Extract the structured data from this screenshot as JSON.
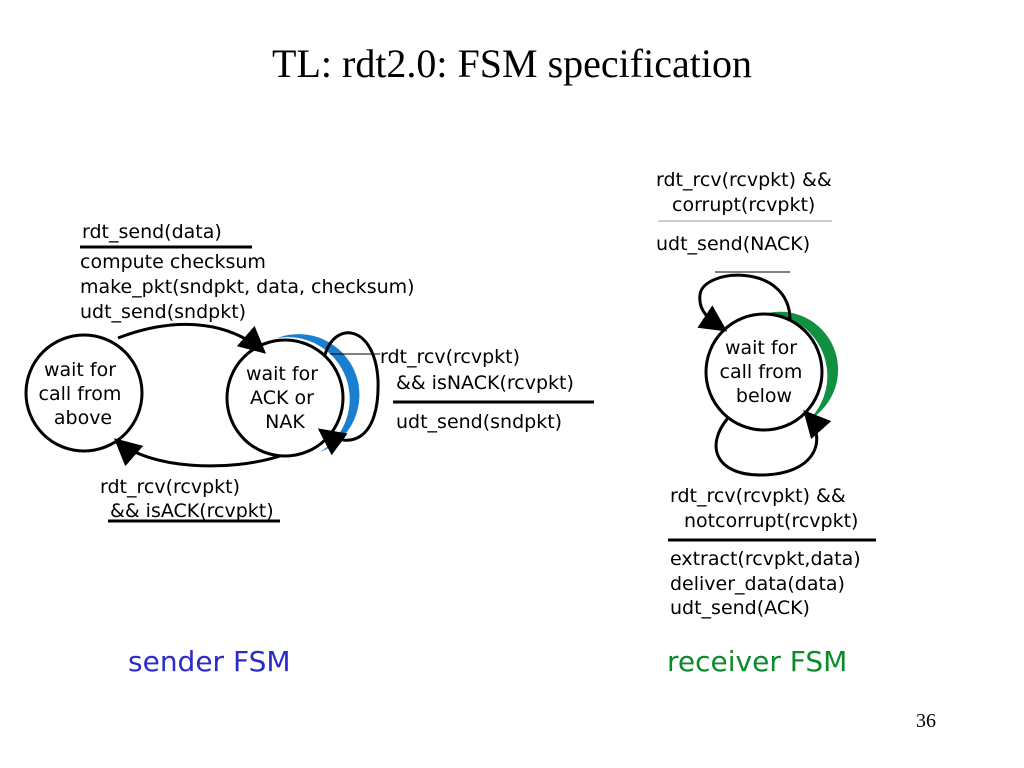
{
  "slide": {
    "title": "TL: rdt2.0: FSM specification",
    "page_number": "36"
  },
  "sender": {
    "caption": "sender FSM",
    "caption_color": "#2b2bc8",
    "accent_color": "#1a7fd0",
    "states": {
      "wait_above": [
        "wait for",
        "call from",
        "above"
      ],
      "wait_ack": [
        "wait for",
        "ACK or",
        "NAK"
      ]
    },
    "transitions": {
      "send": {
        "event": "rdt_send(data)",
        "actions": [
          "compute checksum",
          "make_pkt(sndpkt, data, checksum)",
          "udt_send(sndpkt)"
        ]
      },
      "nack": {
        "event": [
          "rdt_rcv(rcvpkt)",
          "&& isNACK(rcvpkt)"
        ],
        "actions": [
          "udt_send(sndpkt)"
        ]
      },
      "ack": {
        "event": [
          "rdt_rcv(rcvpkt)",
          "&& isACK(rcvpkt)"
        ]
      }
    }
  },
  "receiver": {
    "caption": "receiver FSM",
    "caption_color": "#0a8a2a",
    "accent_color": "#109040",
    "states": {
      "wait_below": [
        "wait for",
        "call from",
        "below"
      ]
    },
    "transitions": {
      "corrupt": {
        "event": [
          "rdt_rcv(rcvpkt) &&",
          "corrupt(rcvpkt)"
        ],
        "actions": [
          "udt_send(NACK)"
        ]
      },
      "notcorrupt": {
        "event": [
          "rdt_rcv(rcvpkt) &&",
          "notcorrupt(rcvpkt)"
        ],
        "actions": [
          "extract(rcvpkt,data)",
          "deliver_data(data)",
          "udt_send(ACK)"
        ]
      }
    }
  }
}
